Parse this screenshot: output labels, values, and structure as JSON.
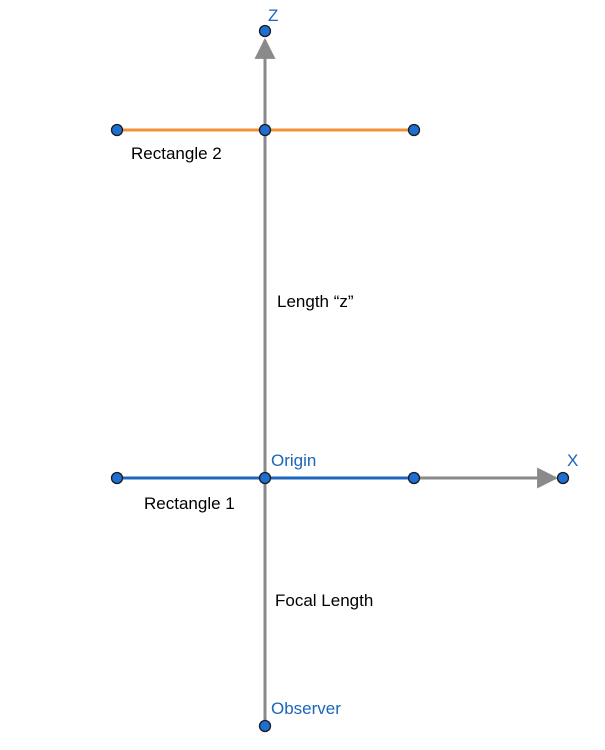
{
  "labels": {
    "z_axis": "Z",
    "x_axis": "X",
    "origin": "Origin",
    "observer": "Observer",
    "rectangle_1": "Rectangle 1",
    "rectangle_2": "Rectangle 2",
    "length_z": "Length “z”",
    "focal_length": "Focal Length"
  },
  "colors": {
    "axis_gray": "#8a8a8a",
    "rectangle_1_blue": "#1f65bd",
    "rectangle_2_orange": "#f0913a",
    "point_fill": "#1e6fd4",
    "point_stroke": "#1a1a1a",
    "label_blue": "#1a66b8",
    "label_black": "#000000"
  }
}
